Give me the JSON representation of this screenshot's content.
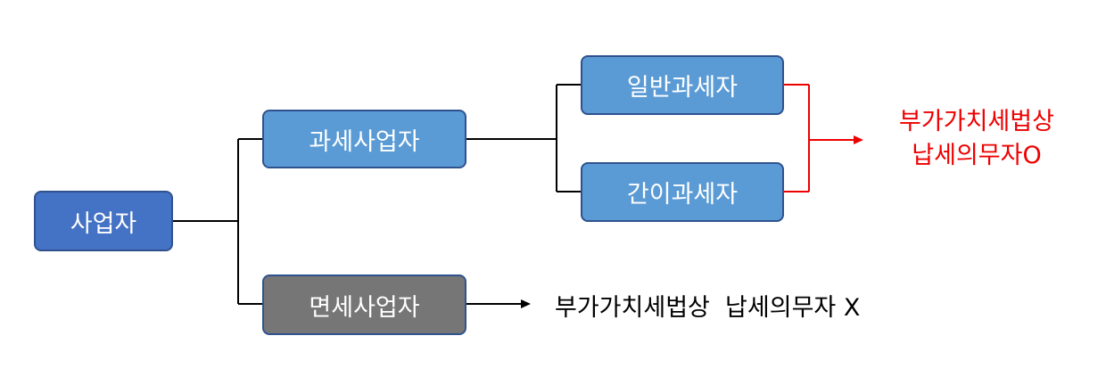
{
  "nodes": {
    "root": "사업자",
    "taxable": "과세사업자",
    "exempt": "면세사업자",
    "general": "일반과세자",
    "simplified": "간이과세자"
  },
  "results": {
    "taxable_line1": "부가가치세법상",
    "taxable_line2": "납세의무자O",
    "exempt": "부가가치세법상  납세의무자 X"
  },
  "colors": {
    "root": "#4472c4",
    "node": "#5b9bd5",
    "exempt_node": "#767676",
    "border": "#2f528f",
    "highlight": "#ee0000"
  }
}
